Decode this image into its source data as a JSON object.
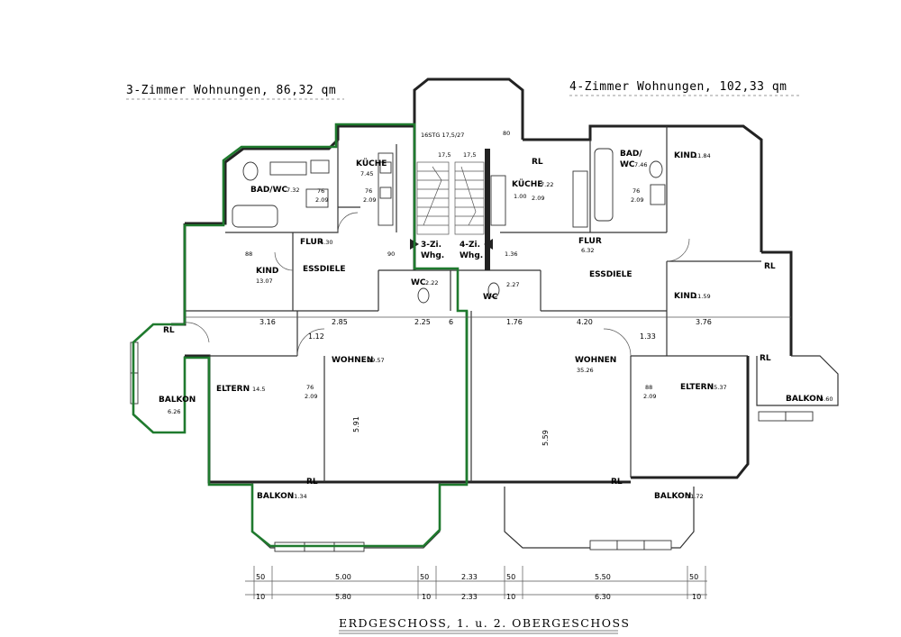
{
  "header": {
    "left_apartment": "3-Zimmer Wohnungen, 86,32 qm",
    "right_apartment": "4-Zimmer Wohnungen, 102,33 qm"
  },
  "stair": {
    "label": "16STG 17,5/27",
    "step_a": "17,5",
    "step_b": "17,5",
    "note": "80",
    "unit_left_1": "3-Zi.",
    "unit_left_2": "Whg.",
    "unit_right_1": "4-Zi.",
    "unit_right_2": "Whg."
  },
  "rooms_left": {
    "bad": "BAD/WC",
    "bad_area": "7.32",
    "kueche": "KÜCHE",
    "kueche_area": "7.45",
    "flur": "FLUR",
    "flur_area": "4.30",
    "kind": "KIND",
    "kind_area": "13.07",
    "essdiele": "ESSDIELE",
    "wc": "WC",
    "wc_area": "2.22",
    "wohnen": "WOHNEN",
    "wohnen_area": "29.57",
    "eltern": "ELTERN",
    "eltern_area": "14.5",
    "balkon_side": "BALKON",
    "balkon_side_area": "6.26",
    "balkon": "BALKON",
    "balkon_area": "11.34",
    "rl": "RL"
  },
  "rooms_right": {
    "bad": "BAD/",
    "bad2": "WC",
    "bad_area": "7.46",
    "kueche": "KÜCHE",
    "kueche_area": "7.22",
    "kind_top": "KIND",
    "kind_top_area": "11.84",
    "flur": "FLUR",
    "flur_area": "6.32",
    "essdiele": "ESSDIELE",
    "wc": "WC",
    "wc_area": "2.27",
    "kind": "KIND",
    "kind_area": "11.59",
    "wohnen": "WOHNEN",
    "wohnen_area": "35.26",
    "eltern": "ELTERN",
    "eltern_area": "15.37",
    "balkon_side": "BALKON",
    "balkon_side_area": "4.60",
    "balkon": "BALKON",
    "balkon_area": "11.72",
    "rl": "RL"
  },
  "door_dims": {
    "d76": "76",
    "d209": "2.09",
    "d885": "88",
    "d100": "1.00",
    "d90": "90",
    "d136": "1.36"
  },
  "inner_dims": {
    "a": "3.16",
    "b": "2.85",
    "c": "2.25",
    "d": "6",
    "e": "1.76",
    "f": "4.20",
    "g": "3.76",
    "h": "1.12",
    "i": "1.33",
    "j": "5.91",
    "k": "5.59"
  },
  "outer_dims": {
    "row1": [
      "50",
      "5.00",
      "50",
      "2.33",
      "50",
      "5.50",
      "50"
    ],
    "row2": [
      "10",
      "5.80",
      "10",
      "2.33",
      "10",
      "6.30",
      "10"
    ]
  },
  "footer": {
    "title": "ERDGESCHOSS, 1. u. 2. OBERGESCHOSS"
  }
}
